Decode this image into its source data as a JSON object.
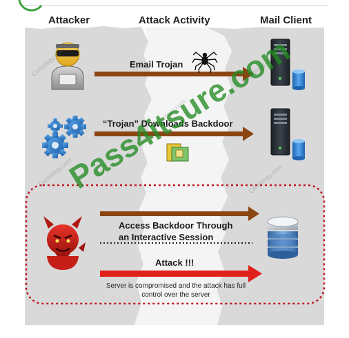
{
  "columns": {
    "attacker": "Attacker",
    "activity": "Attack Activity",
    "client": "Mail Client"
  },
  "steps": [
    {
      "label": "Email Trojan"
    },
    {
      "label": "“Trojan” Downloads Backdoor"
    },
    {
      "label": "Access Backdoor Through an Interactive Session",
      "line1": "Access Backdoor Through",
      "line2": "an Interactive Session"
    },
    {
      "label": "Attack !!!"
    }
  ],
  "note": {
    "line1": "Server is compromised and the attack has full",
    "line2": "control over the server"
  },
  "watermark": "Pass4itsure.com",
  "faint_watermark": "Certiology.com",
  "colors": {
    "arrow_brown": "#8b4513",
    "arrow_red": "#e0201a",
    "dotted_border": "#c0141e",
    "watermark_green": "#228b22",
    "server_dark": "#2b2f36",
    "disk_blue": "#3a8fd8"
  },
  "icons": {
    "attacker": "hacker-avatar-icon",
    "gears": "gears-icon",
    "spider": "spider-icon",
    "document": "document-icon",
    "devil": "devil-icon",
    "server_top": "server-icon",
    "server_mid": "server-icon",
    "database": "database-stack-icon"
  }
}
